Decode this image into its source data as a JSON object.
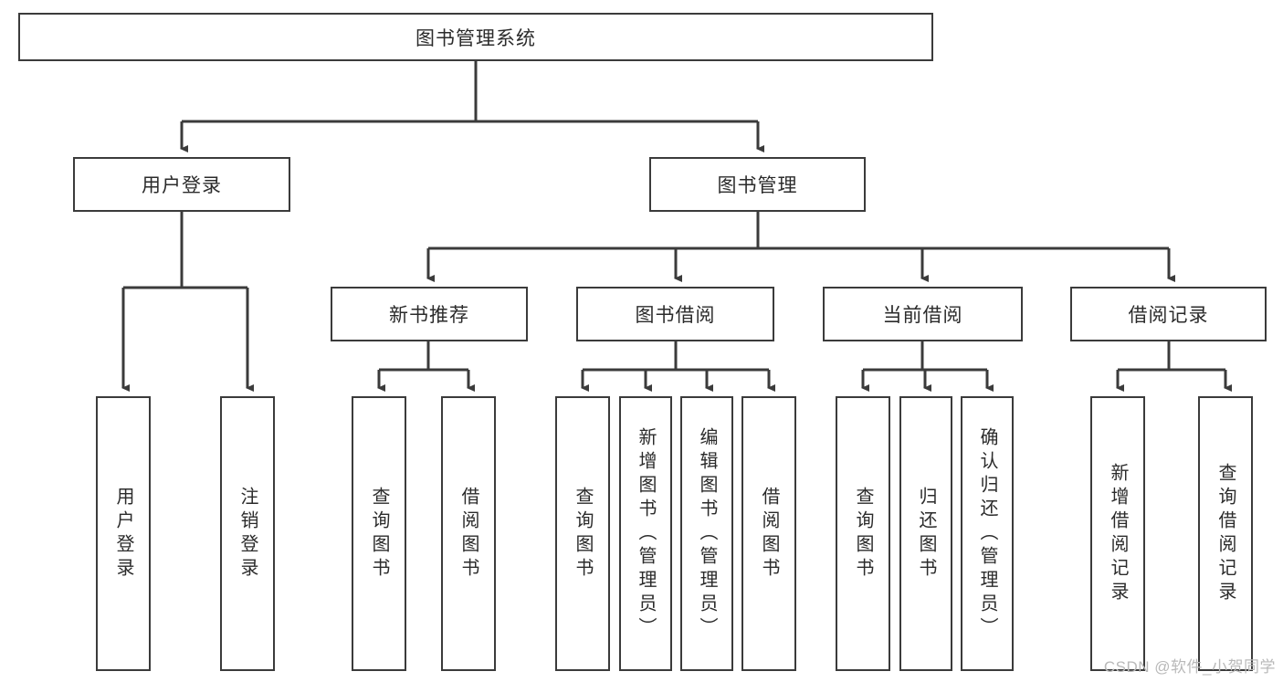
{
  "diagram": {
    "type": "tree",
    "title": "图书管理系统",
    "watermark": "CSDN @软件_小贺同学",
    "colors": {
      "box_border": "#3b3b3b",
      "box_fill": "#ffffff",
      "connector": "#3b3b3b",
      "text": "#2b2b2b",
      "watermark": "#b9b9b9",
      "background": "#ffffff"
    },
    "root": {
      "label": "图书管理系统"
    },
    "level1": [
      {
        "id": "user-login",
        "label": "用户登录"
      },
      {
        "id": "book-management",
        "label": "图书管理"
      }
    ],
    "level2": [
      {
        "id": "new-book-recommend",
        "label": "新书推荐",
        "parent": "book-management"
      },
      {
        "id": "book-borrow",
        "label": "图书借阅",
        "parent": "book-management"
      },
      {
        "id": "current-borrow",
        "label": "当前借阅",
        "parent": "book-management"
      },
      {
        "id": "borrow-record",
        "label": "借阅记录",
        "parent": "book-management"
      }
    ],
    "leaves": [
      {
        "id": "leaf-user-login",
        "label": "用户登录",
        "parent": "user-login"
      },
      {
        "id": "leaf-logout-login",
        "label": "注销登录",
        "parent": "user-login"
      },
      {
        "id": "leaf-query-book-1",
        "label": "查询图书",
        "parent": "new-book-recommend"
      },
      {
        "id": "leaf-borrow-book-1",
        "label": "借阅图书",
        "parent": "new-book-recommend"
      },
      {
        "id": "leaf-query-book-2",
        "label": "查询图书",
        "parent": "book-borrow"
      },
      {
        "id": "leaf-add-book",
        "label": "新增图书（管理员）",
        "parent": "book-borrow"
      },
      {
        "id": "leaf-edit-book",
        "label": "编辑图书（管理员）",
        "parent": "book-borrow"
      },
      {
        "id": "leaf-borrow-book-2",
        "label": "借阅图书",
        "parent": "book-borrow"
      },
      {
        "id": "leaf-query-book-3",
        "label": "查询图书",
        "parent": "current-borrow"
      },
      {
        "id": "leaf-return-book",
        "label": "归还图书",
        "parent": "current-borrow"
      },
      {
        "id": "leaf-confirm-return",
        "label": "确认归还（管理员）",
        "parent": "current-borrow"
      },
      {
        "id": "leaf-add-record",
        "label": "新增借阅记录",
        "parent": "borrow-record"
      },
      {
        "id": "leaf-query-record",
        "label": "查询借阅记录",
        "parent": "borrow-record"
      }
    ]
  }
}
